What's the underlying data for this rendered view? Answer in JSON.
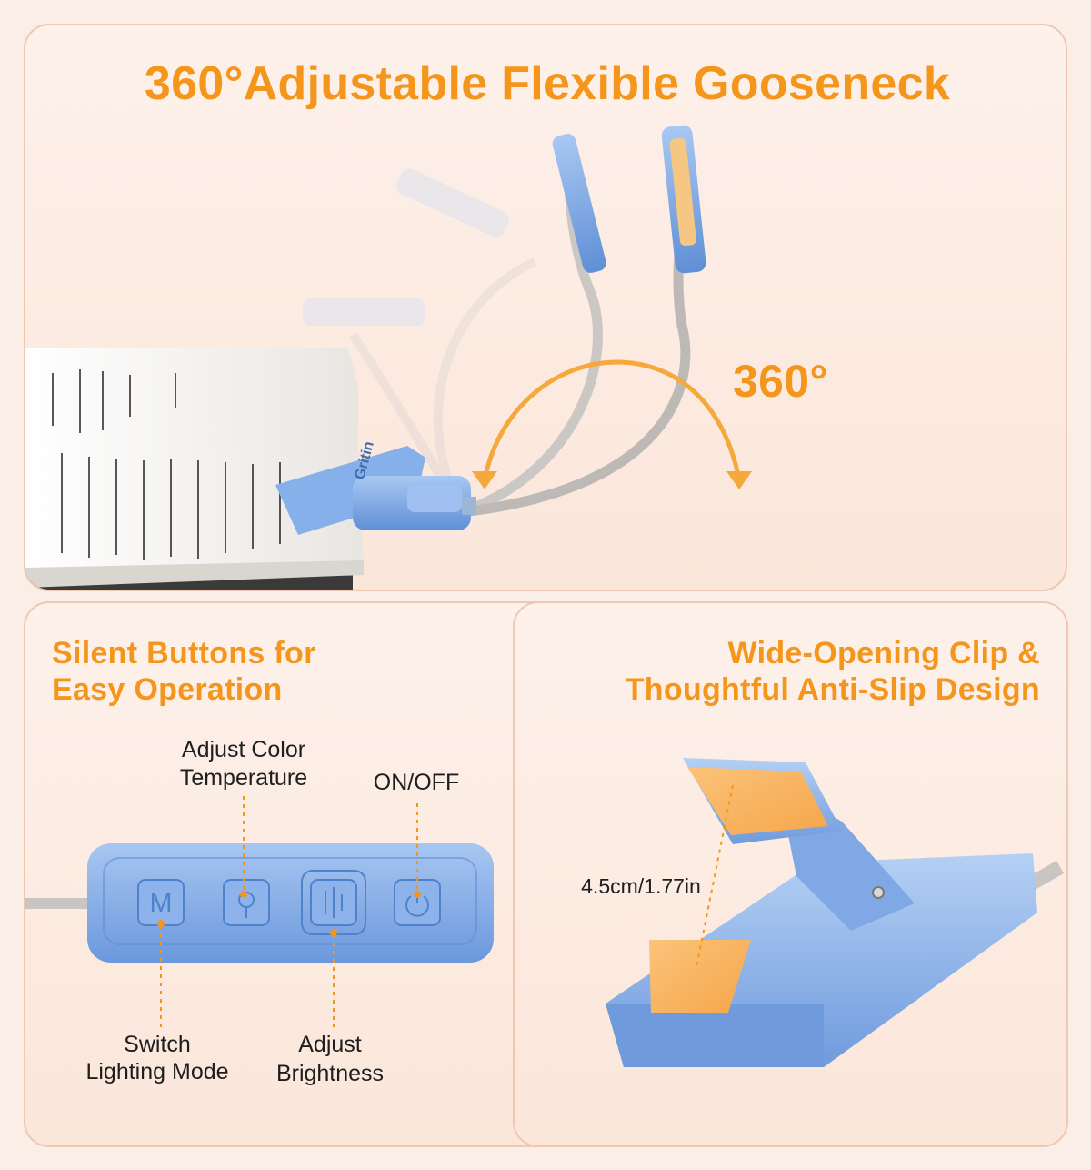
{
  "top_panel": {
    "title": "360°Adjustable Flexible Gooseneck",
    "angle_label": "360°",
    "brand_text": "Gritin"
  },
  "buttons_panel": {
    "title_line1": "Silent Buttons for",
    "title_line2": "Easy Operation",
    "labels": {
      "color_temp_line1": "Adjust Color",
      "color_temp_line2": "Temperature",
      "on_off": "ON/OFF",
      "mode_line1": "Switch",
      "mode_line2": "Lighting Mode",
      "brightness_line1": "Adjust",
      "brightness_line2": "Brightness"
    }
  },
  "clip_panel": {
    "title_line1": "Wide-Opening Clip &",
    "title_line2": "Thoughtful Anti-Slip Design",
    "dimension": "4.5cm/1.77in"
  },
  "colors": {
    "accent_orange": "#f5961c",
    "lamp_blue": "#7fa9e6",
    "pad_orange": "#f8b25a"
  }
}
